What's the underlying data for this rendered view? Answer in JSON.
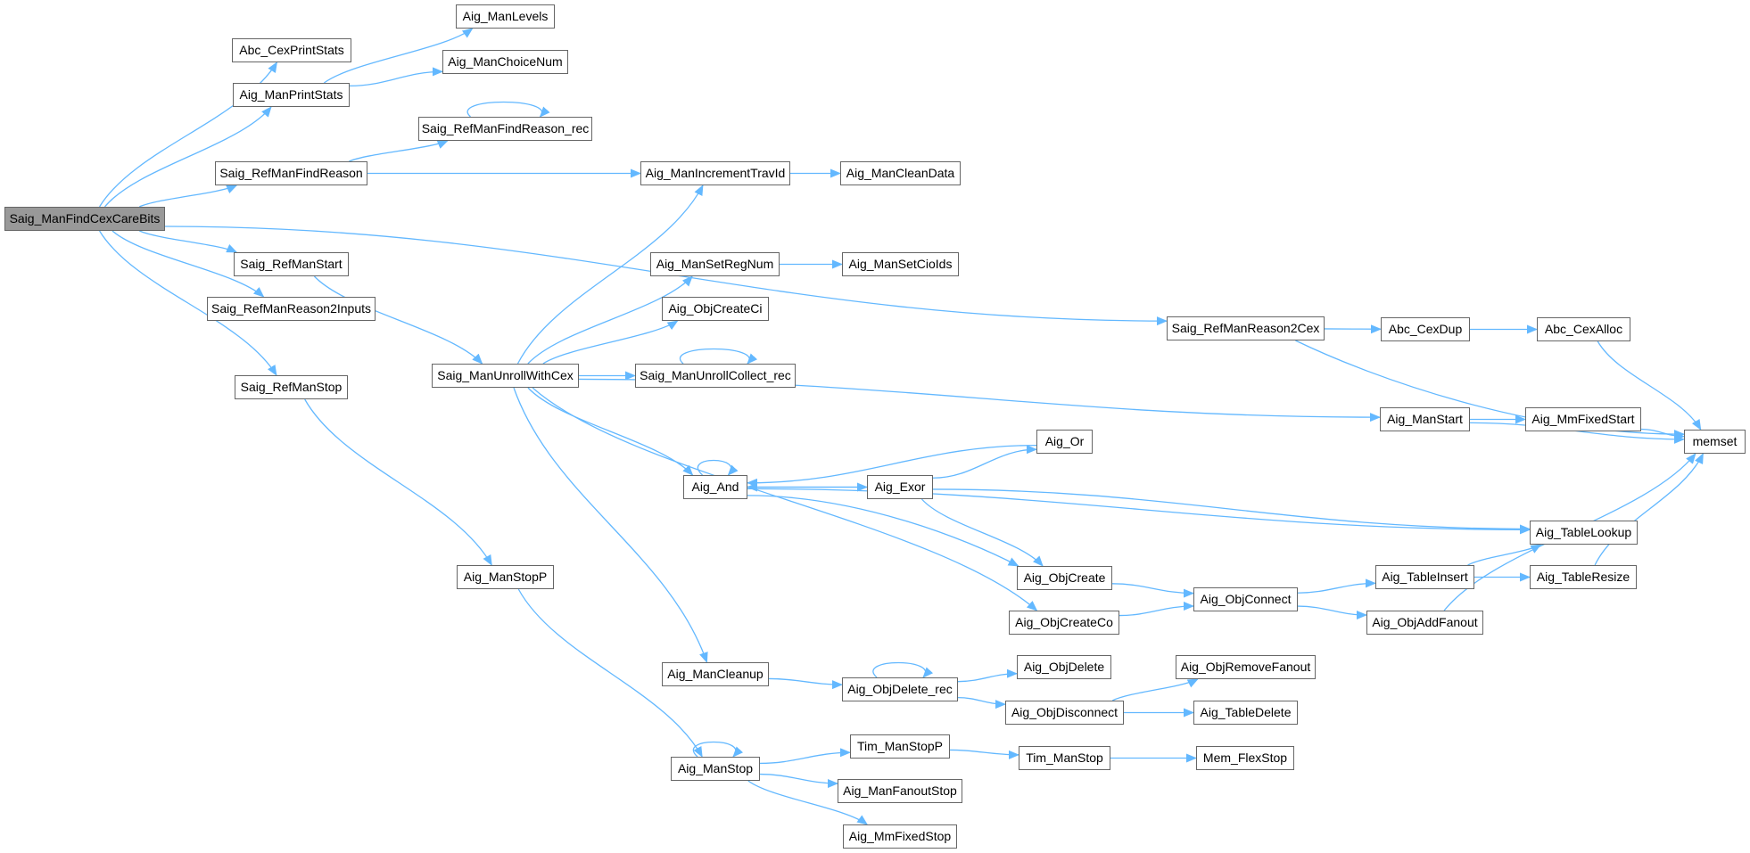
{
  "graph": {
    "root_index": 0,
    "colors": {
      "edge": "#63b8ff",
      "node_border": "#666666",
      "node_fill": "#ffffff",
      "root_fill": "#999999"
    },
    "nodes": [
      {
        "label": "Saig_ManFindCexCareBits"
      },
      {
        "label": "Abc_CexPrintStats"
      },
      {
        "label": "Aig_ManPrintStats"
      },
      {
        "label": "Saig_RefManFindReason"
      },
      {
        "label": "Saig_RefManStart"
      },
      {
        "label": "Saig_RefManReason2Inputs"
      },
      {
        "label": "Saig_RefManStop"
      },
      {
        "label": "Aig_ManLevels"
      },
      {
        "label": "Aig_ManChoiceNum"
      },
      {
        "label": "Saig_RefManFindReason_rec"
      },
      {
        "label": "Aig_ManIncrementTravId"
      },
      {
        "label": "Aig_ManCleanData"
      },
      {
        "label": "Aig_ManSetRegNum"
      },
      {
        "label": "Aig_ManSetCioIds"
      },
      {
        "label": "Aig_ObjCreateCi"
      },
      {
        "label": "Saig_ManUnrollWithCex"
      },
      {
        "label": "Saig_ManUnrollCollect_rec"
      },
      {
        "label": "Saig_RefManReason2Cex"
      },
      {
        "label": "Abc_CexDup"
      },
      {
        "label": "Abc_CexAlloc"
      },
      {
        "label": "Aig_ManStart"
      },
      {
        "label": "Aig_MmFixedStart"
      },
      {
        "label": "memset"
      },
      {
        "label": "Aig_Or"
      },
      {
        "label": "Aig_And"
      },
      {
        "label": "Aig_Exor"
      },
      {
        "label": "Aig_TableLookup"
      },
      {
        "label": "Aig_ObjCreate"
      },
      {
        "label": "Aig_ObjCreateCo"
      },
      {
        "label": "Aig_ObjConnect"
      },
      {
        "label": "Aig_TableInsert"
      },
      {
        "label": "Aig_TableResize"
      },
      {
        "label": "Aig_ObjAddFanout"
      },
      {
        "label": "Aig_ManStopP"
      },
      {
        "label": "Aig_ManCleanup"
      },
      {
        "label": "Aig_ObjDelete_rec"
      },
      {
        "label": "Aig_ObjDelete"
      },
      {
        "label": "Aig_ObjRemoveFanout"
      },
      {
        "label": "Aig_ObjDisconnect"
      },
      {
        "label": "Aig_TableDelete"
      },
      {
        "label": "Aig_ManStop"
      },
      {
        "label": "Tim_ManStopP"
      },
      {
        "label": "Aig_ManFanoutStop"
      },
      {
        "label": "Aig_MmFixedStop"
      },
      {
        "label": "Tim_ManStop"
      },
      {
        "label": "Mem_FlexStop"
      }
    ],
    "edges": [
      [
        0,
        1
      ],
      [
        0,
        2
      ],
      [
        0,
        3
      ],
      [
        0,
        17
      ],
      [
        0,
        4
      ],
      [
        0,
        5
      ],
      [
        0,
        6
      ],
      [
        2,
        7
      ],
      [
        2,
        8
      ],
      [
        3,
        9
      ],
      [
        3,
        10
      ],
      [
        9,
        9
      ],
      [
        10,
        11
      ],
      [
        4,
        15
      ],
      [
        6,
        33
      ],
      [
        15,
        10
      ],
      [
        15,
        12
      ],
      [
        15,
        14
      ],
      [
        15,
        16
      ],
      [
        15,
        20
      ],
      [
        15,
        24
      ],
      [
        15,
        28
      ],
      [
        15,
        34
      ],
      [
        12,
        13
      ],
      [
        16,
        16
      ],
      [
        17,
        18
      ],
      [
        17,
        22
      ],
      [
        18,
        19
      ],
      [
        19,
        22
      ],
      [
        20,
        21
      ],
      [
        20,
        22
      ],
      [
        21,
        22
      ],
      [
        24,
        24
      ],
      [
        24,
        25
      ],
      [
        24,
        26
      ],
      [
        24,
        27
      ],
      [
        25,
        24
      ],
      [
        25,
        23
      ],
      [
        25,
        26
      ],
      [
        25,
        27
      ],
      [
        23,
        24
      ],
      [
        27,
        29
      ],
      [
        28,
        29
      ],
      [
        29,
        30
      ],
      [
        29,
        32
      ],
      [
        30,
        26
      ],
      [
        30,
        31
      ],
      [
        31,
        22
      ],
      [
        32,
        22
      ],
      [
        34,
        35
      ],
      [
        35,
        35
      ],
      [
        35,
        36
      ],
      [
        35,
        38
      ],
      [
        38,
        37
      ],
      [
        38,
        39
      ],
      [
        33,
        40
      ],
      [
        40,
        40
      ],
      [
        40,
        41
      ],
      [
        40,
        42
      ],
      [
        40,
        43
      ],
      [
        41,
        44
      ],
      [
        44,
        45
      ]
    ]
  }
}
